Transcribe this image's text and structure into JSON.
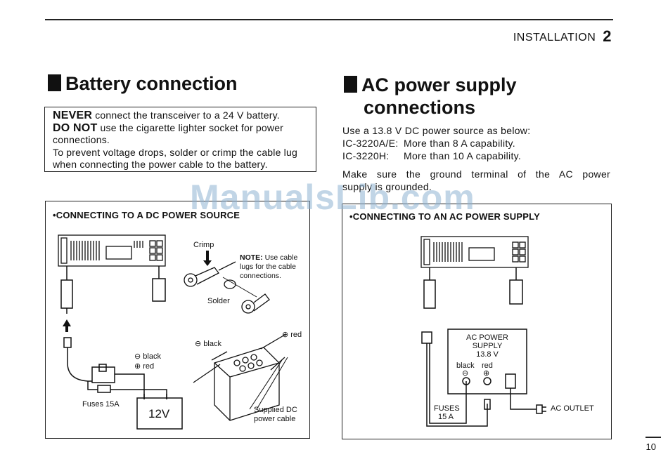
{
  "header": {
    "section": "INSTALLATION",
    "chapter": "2"
  },
  "left": {
    "title": "Battery connection",
    "warning": {
      "never_strong": "NEVER",
      "never_text": " connect the transceiver to a 24 V battery.",
      "donot_strong": "DO NOT",
      "donot_text": " use the cigarette lighter socket for power connections.",
      "prevent_text": "To prevent voltage drops, solder or crimp the cable lug when connecting the power cable to the battery."
    },
    "panel": {
      "title": "•CONNECTING TO A DC POWER SOURCE",
      "crimp": "Crimp",
      "note_strong": "NOTE:",
      "note_line1": " Use cable",
      "note_line2": "lugs for the cable",
      "note_line3": "connections.",
      "solder": "Solder",
      "neg_black_1": "⊖ black",
      "pos_red_1": "⊕ red",
      "fuses": "Fuses 15A",
      "battery_voltage": "12V",
      "neg_black_2": "⊖ black",
      "pos_red_2": "⊕ red",
      "supplied_1": "Supplied DC",
      "supplied_2": "power cable"
    }
  },
  "right": {
    "title_line1": "AC power supply",
    "title_line2": "connections",
    "intro": "Use a 13.8 V DC power source as below:",
    "model_a": "IC-3220A/E:",
    "model_a_req": "More than 8 A capability.",
    "model_h": "IC-3220H:",
    "model_h_req": "More than 10 A capability.",
    "ground_line1": "Make sure the ground terminal of the AC power",
    "ground_line2": "supply is grounded.",
    "panel": {
      "title": "•CONNECTING TO AN AC POWER SUPPLY",
      "psu_line1": "AC POWER",
      "psu_line2": "SUPPLY",
      "psu_line3": "13.8 V",
      "black": "black",
      "red": "red",
      "minus": "⊖",
      "plus": "⊕",
      "fuses_1": "FUSES",
      "fuses_2": "15 A",
      "ac_outlet": "AC OUTLET"
    }
  },
  "watermark": "ManualsLib.com",
  "page_number": "10"
}
